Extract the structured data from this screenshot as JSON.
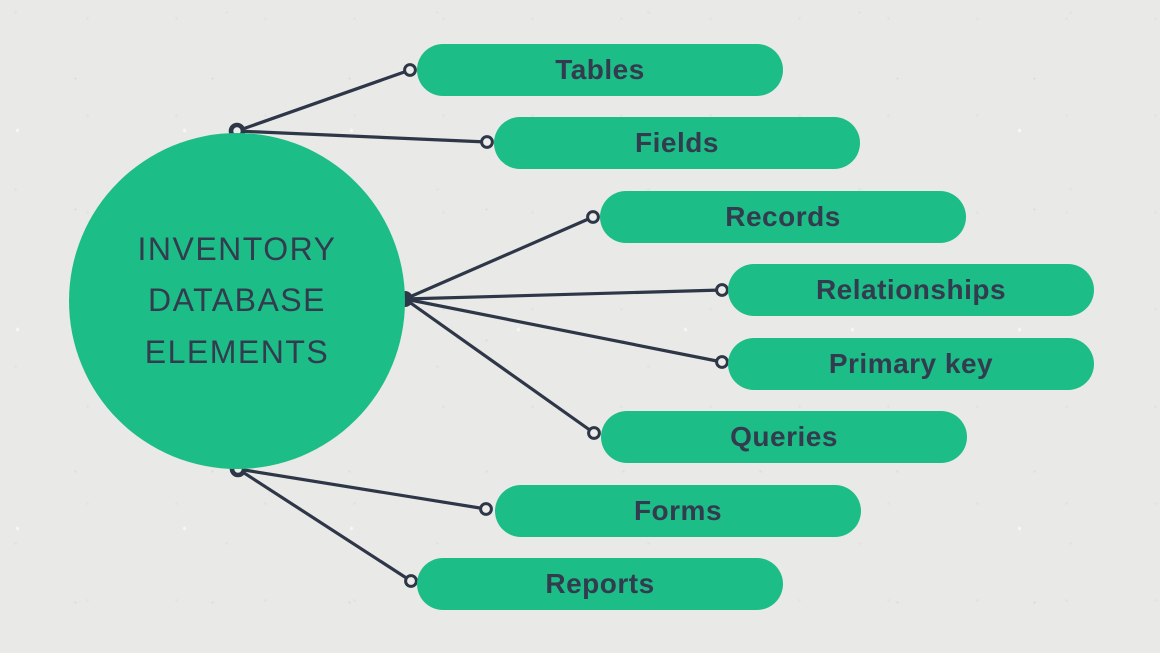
{
  "center": {
    "title": "INVENTORY DATABASE ELEMENTS"
  },
  "nodes": [
    {
      "label": "Tables"
    },
    {
      "label": "Fields"
    },
    {
      "label": "Records"
    },
    {
      "label": "Relationships"
    },
    {
      "label": "Primary key"
    },
    {
      "label": "Queries"
    },
    {
      "label": "Forms"
    },
    {
      "label": "Reports"
    }
  ],
  "colors": {
    "background": "#e9e9e7",
    "node_fill": "#1dbd87",
    "text": "#323c4e",
    "connector": "#2e3747"
  }
}
